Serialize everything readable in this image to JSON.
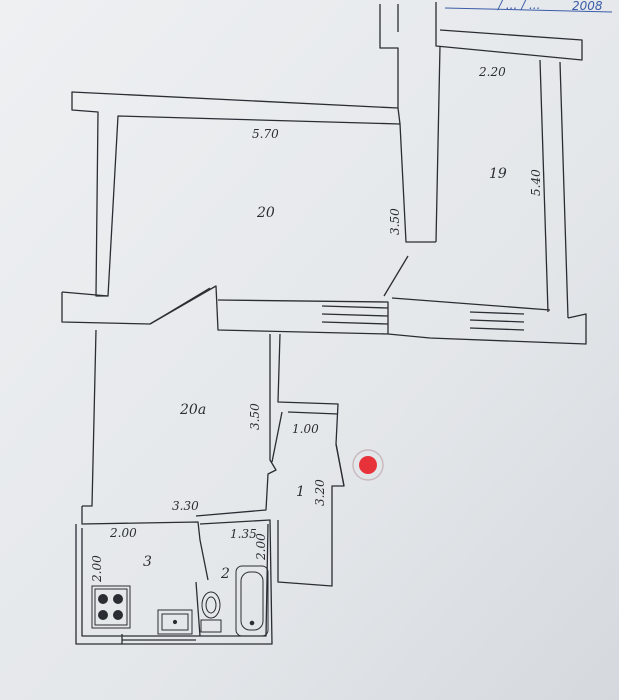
{
  "header": {
    "handwriting_left": "/ ... / ...",
    "handwriting_right": "2008"
  },
  "rooms": {
    "r20": {
      "number": "20",
      "width": "5.70",
      "depth": "3.50"
    },
    "r19": {
      "number": "19",
      "width": "2.20",
      "depth": "5.40"
    },
    "r20a": {
      "number": "20a",
      "depth": "3.50",
      "width": "3.30"
    },
    "r1": {
      "number": "1",
      "width": "1.00",
      "depth": "3.20"
    },
    "r3": {
      "number": "3",
      "width": "2.00",
      "depth": "2.00"
    },
    "r2": {
      "number": "2",
      "width": "1.35",
      "depth": "2.00"
    }
  },
  "colors": {
    "paper": "#e9ecef",
    "ink": "#2a2d33",
    "marker": "#e8323a"
  },
  "icons": [
    "stove-icon",
    "sink-icon",
    "toilet-icon",
    "bathtub-icon",
    "red-dot-marker"
  ]
}
